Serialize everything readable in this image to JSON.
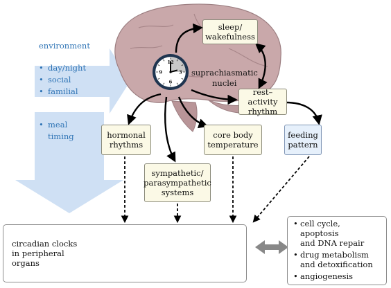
{
  "environment": {
    "title": "environment",
    "items": [
      "day/night",
      "social",
      "familial"
    ],
    "meal_item": "meal",
    "meal_item_cont": "timing"
  },
  "scn": {
    "line1": "suprachiasmatic",
    "line2": "nuclei"
  },
  "boxes": {
    "sleep": [
      "sleep/",
      "wakefulness"
    ],
    "rest": [
      "rest–activity",
      "rhythm"
    ],
    "hormonal": [
      "hormonal",
      "rhythms"
    ],
    "core": [
      "core body",
      "temperature"
    ],
    "feeding": [
      "feeding",
      "pattern"
    ],
    "autonomic": [
      "sympathetic/",
      "parasympathetic",
      "systems"
    ]
  },
  "peripheral": {
    "label": [
      "circadian clocks",
      "in peripheral",
      "organs"
    ],
    "clock_count": 5
  },
  "outcomes": [
    [
      "cell cycle, apoptosis",
      "and DNA repair"
    ],
    [
      "drug metabolism",
      "and detoxification"
    ],
    [
      "angiogenesis"
    ]
  ],
  "clock_numerals": [
    "12",
    "3",
    "6",
    "9"
  ],
  "colors": {
    "env_text": "#2f74b5",
    "env_arrow": "#cfe0f4",
    "brain": "#c9a8aa",
    "box_fill": "#fbf9e6",
    "feeding_fill": "#e6f0fb",
    "clock_ring": "#1f3550"
  }
}
